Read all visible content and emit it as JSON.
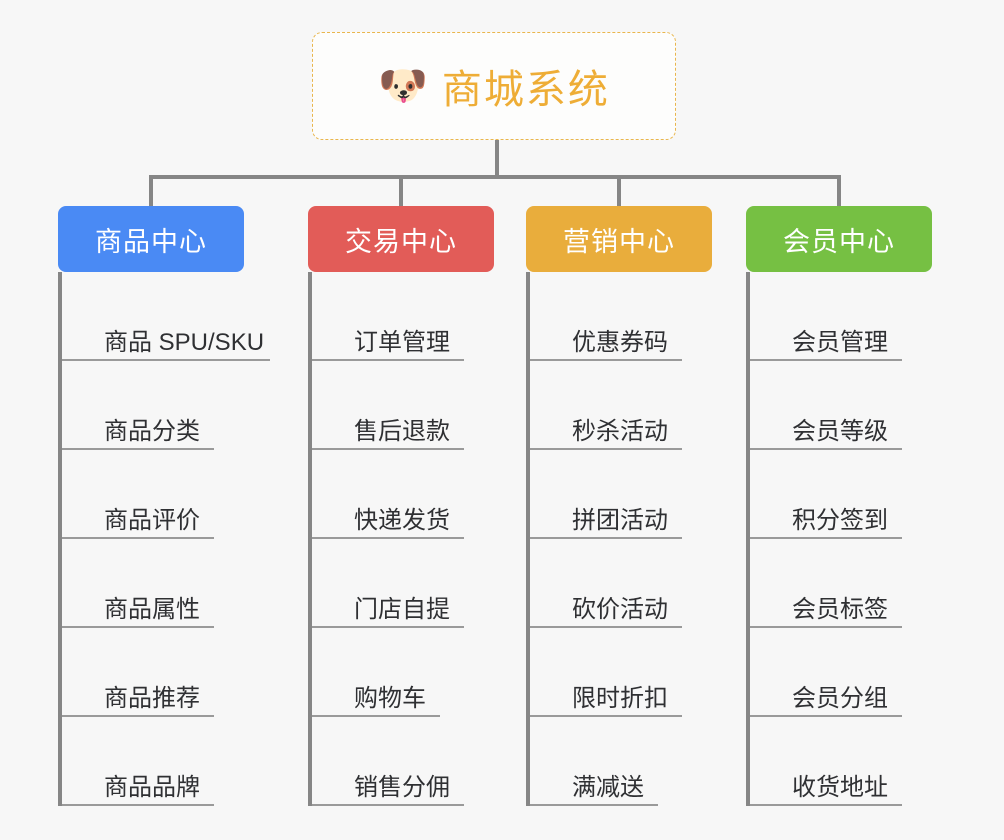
{
  "diagram": {
    "type": "mindmap-tree",
    "background_color": "#f7f7f7",
    "connector_color": "#868686",
    "root": {
      "icon": "dog-face-icon",
      "emoji": "🐶",
      "title": "商城系统",
      "text_color": "#eead36",
      "border_color": "#e9b64d",
      "border_style": "dashed"
    },
    "branches": [
      {
        "id": "product-center",
        "label": "商品中心",
        "color": "#4a8af4",
        "items": [
          {
            "label": "商品 SPU/SKU",
            "underline_width": 208
          },
          {
            "label": "商品分类",
            "underline_width": 152
          },
          {
            "label": "商品评价",
            "underline_width": 152
          },
          {
            "label": "商品属性",
            "underline_width": 152
          },
          {
            "label": "商品推荐",
            "underline_width": 152
          },
          {
            "label": "商品品牌",
            "underline_width": 152
          }
        ]
      },
      {
        "id": "trade-center",
        "label": "交易中心",
        "color": "#e25c58",
        "items": [
          {
            "label": "订单管理",
            "underline_width": 152
          },
          {
            "label": "售后退款",
            "underline_width": 152
          },
          {
            "label": "快递发货",
            "underline_width": 152
          },
          {
            "label": "门店自提",
            "underline_width": 152
          },
          {
            "label": "购物车",
            "underline_width": 128
          },
          {
            "label": "销售分佣",
            "underline_width": 152
          }
        ]
      },
      {
        "id": "marketing-center",
        "label": "营销中心",
        "color": "#e9ad3c",
        "items": [
          {
            "label": "优惠券码",
            "underline_width": 152
          },
          {
            "label": "秒杀活动",
            "underline_width": 152
          },
          {
            "label": "拼团活动",
            "underline_width": 152
          },
          {
            "label": "砍价活动",
            "underline_width": 152
          },
          {
            "label": "限时折扣",
            "underline_width": 152
          },
          {
            "label": "满减送",
            "underline_width": 128
          }
        ]
      },
      {
        "id": "member-center",
        "label": "会员中心",
        "color": "#76c043",
        "items": [
          {
            "label": "会员管理",
            "underline_width": 152
          },
          {
            "label": "会员等级",
            "underline_width": 152
          },
          {
            "label": "积分签到",
            "underline_width": 152
          },
          {
            "label": "会员标签",
            "underline_width": 152
          },
          {
            "label": "会员分组",
            "underline_width": 152
          },
          {
            "label": "收货地址",
            "underline_width": 152
          }
        ]
      }
    ]
  }
}
